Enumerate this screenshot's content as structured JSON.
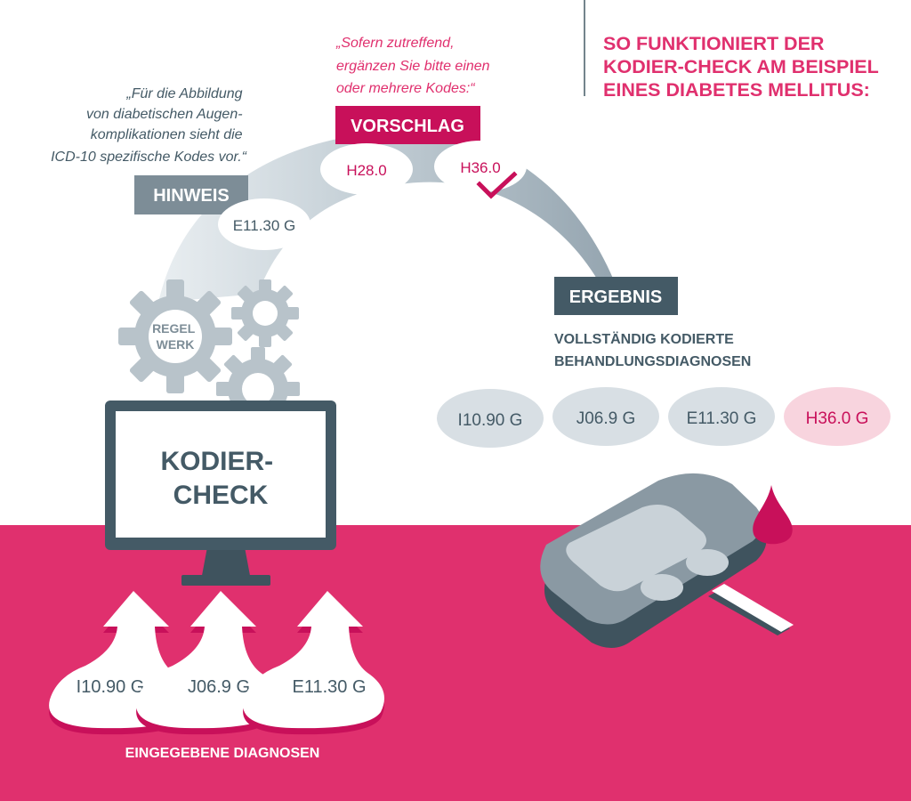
{
  "title": {
    "lines": [
      "SO FUNKTIONIERT DER",
      "KODIER-CHECK AM BEISPIEL",
      "EINES DIABETES MELLITUS:"
    ]
  },
  "hinweis": {
    "quote_lines": [
      "„Für die Abbildung",
      "von diabetischen Augen-",
      "komplikationen sieht die",
      "ICD-10 spezifische Kodes vor.“"
    ],
    "label": "HINWEIS",
    "code": "E11.30 G"
  },
  "vorschlag": {
    "quote_lines": [
      "„Sofern zutreffend,",
      "ergänzen Sie bitte einen",
      "oder mehrere Kodes:“"
    ],
    "label": "VORSCHLAG",
    "codes": [
      "H28.0",
      "H36.0"
    ]
  },
  "regelwerk": {
    "lines": [
      "REGEL",
      "WERK"
    ]
  },
  "monitor": {
    "lines": [
      "KODIER-",
      "CHECK"
    ]
  },
  "ergebnis": {
    "label": "ERGEBNIS",
    "subtitle_lines": [
      "VOLLSTÄNDIG KODIERTE",
      "BEHANDLUNGSDIAGNOSEN"
    ],
    "codes": [
      "I10.90 G",
      "J06.9 G",
      "E11.30 G",
      "H36.0 G"
    ]
  },
  "eingegeben": {
    "codes": [
      "I10.90 G",
      "J06.9 G",
      "E11.30 G"
    ],
    "label": "EINGEGEBENE DIAGNOSEN"
  },
  "colors": {
    "magenta": "#e0306e",
    "dark_slate": "#445a66",
    "gray_box": "#7d8d97",
    "pill_gray": "#d8dfe4",
    "pill_pink": "#f8d4de",
    "arc_gray": "#a9b7c0",
    "gear_gray": "#b8c3ca",
    "crimson": "#c8105a"
  }
}
